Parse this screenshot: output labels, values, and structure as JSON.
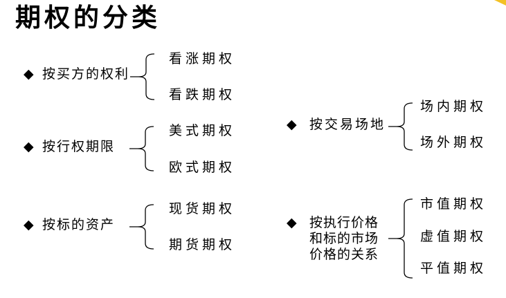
{
  "slide": {
    "title": "期权的分类",
    "accent_color": "#f3c125",
    "bullet_glyph": "◆"
  },
  "groups": [
    {
      "label": "按买方的权利",
      "children": [
        "看涨期权",
        "看跌期权"
      ]
    },
    {
      "label": "按行权期限",
      "children": [
        "美式期权",
        "欧式期权"
      ]
    },
    {
      "label": "按标的资产",
      "children": [
        "现货期权",
        "期货期权"
      ]
    },
    {
      "label": "按交易场地",
      "children": [
        "场内期权",
        "场外期权"
      ]
    },
    {
      "label": "按执行价格和标的市场价格的关系",
      "label_lines": [
        "按执行价格",
        "和标的市场",
        "价格的关系"
      ],
      "children": [
        "市值期权",
        "虚值期权",
        "平值期权"
      ]
    }
  ]
}
